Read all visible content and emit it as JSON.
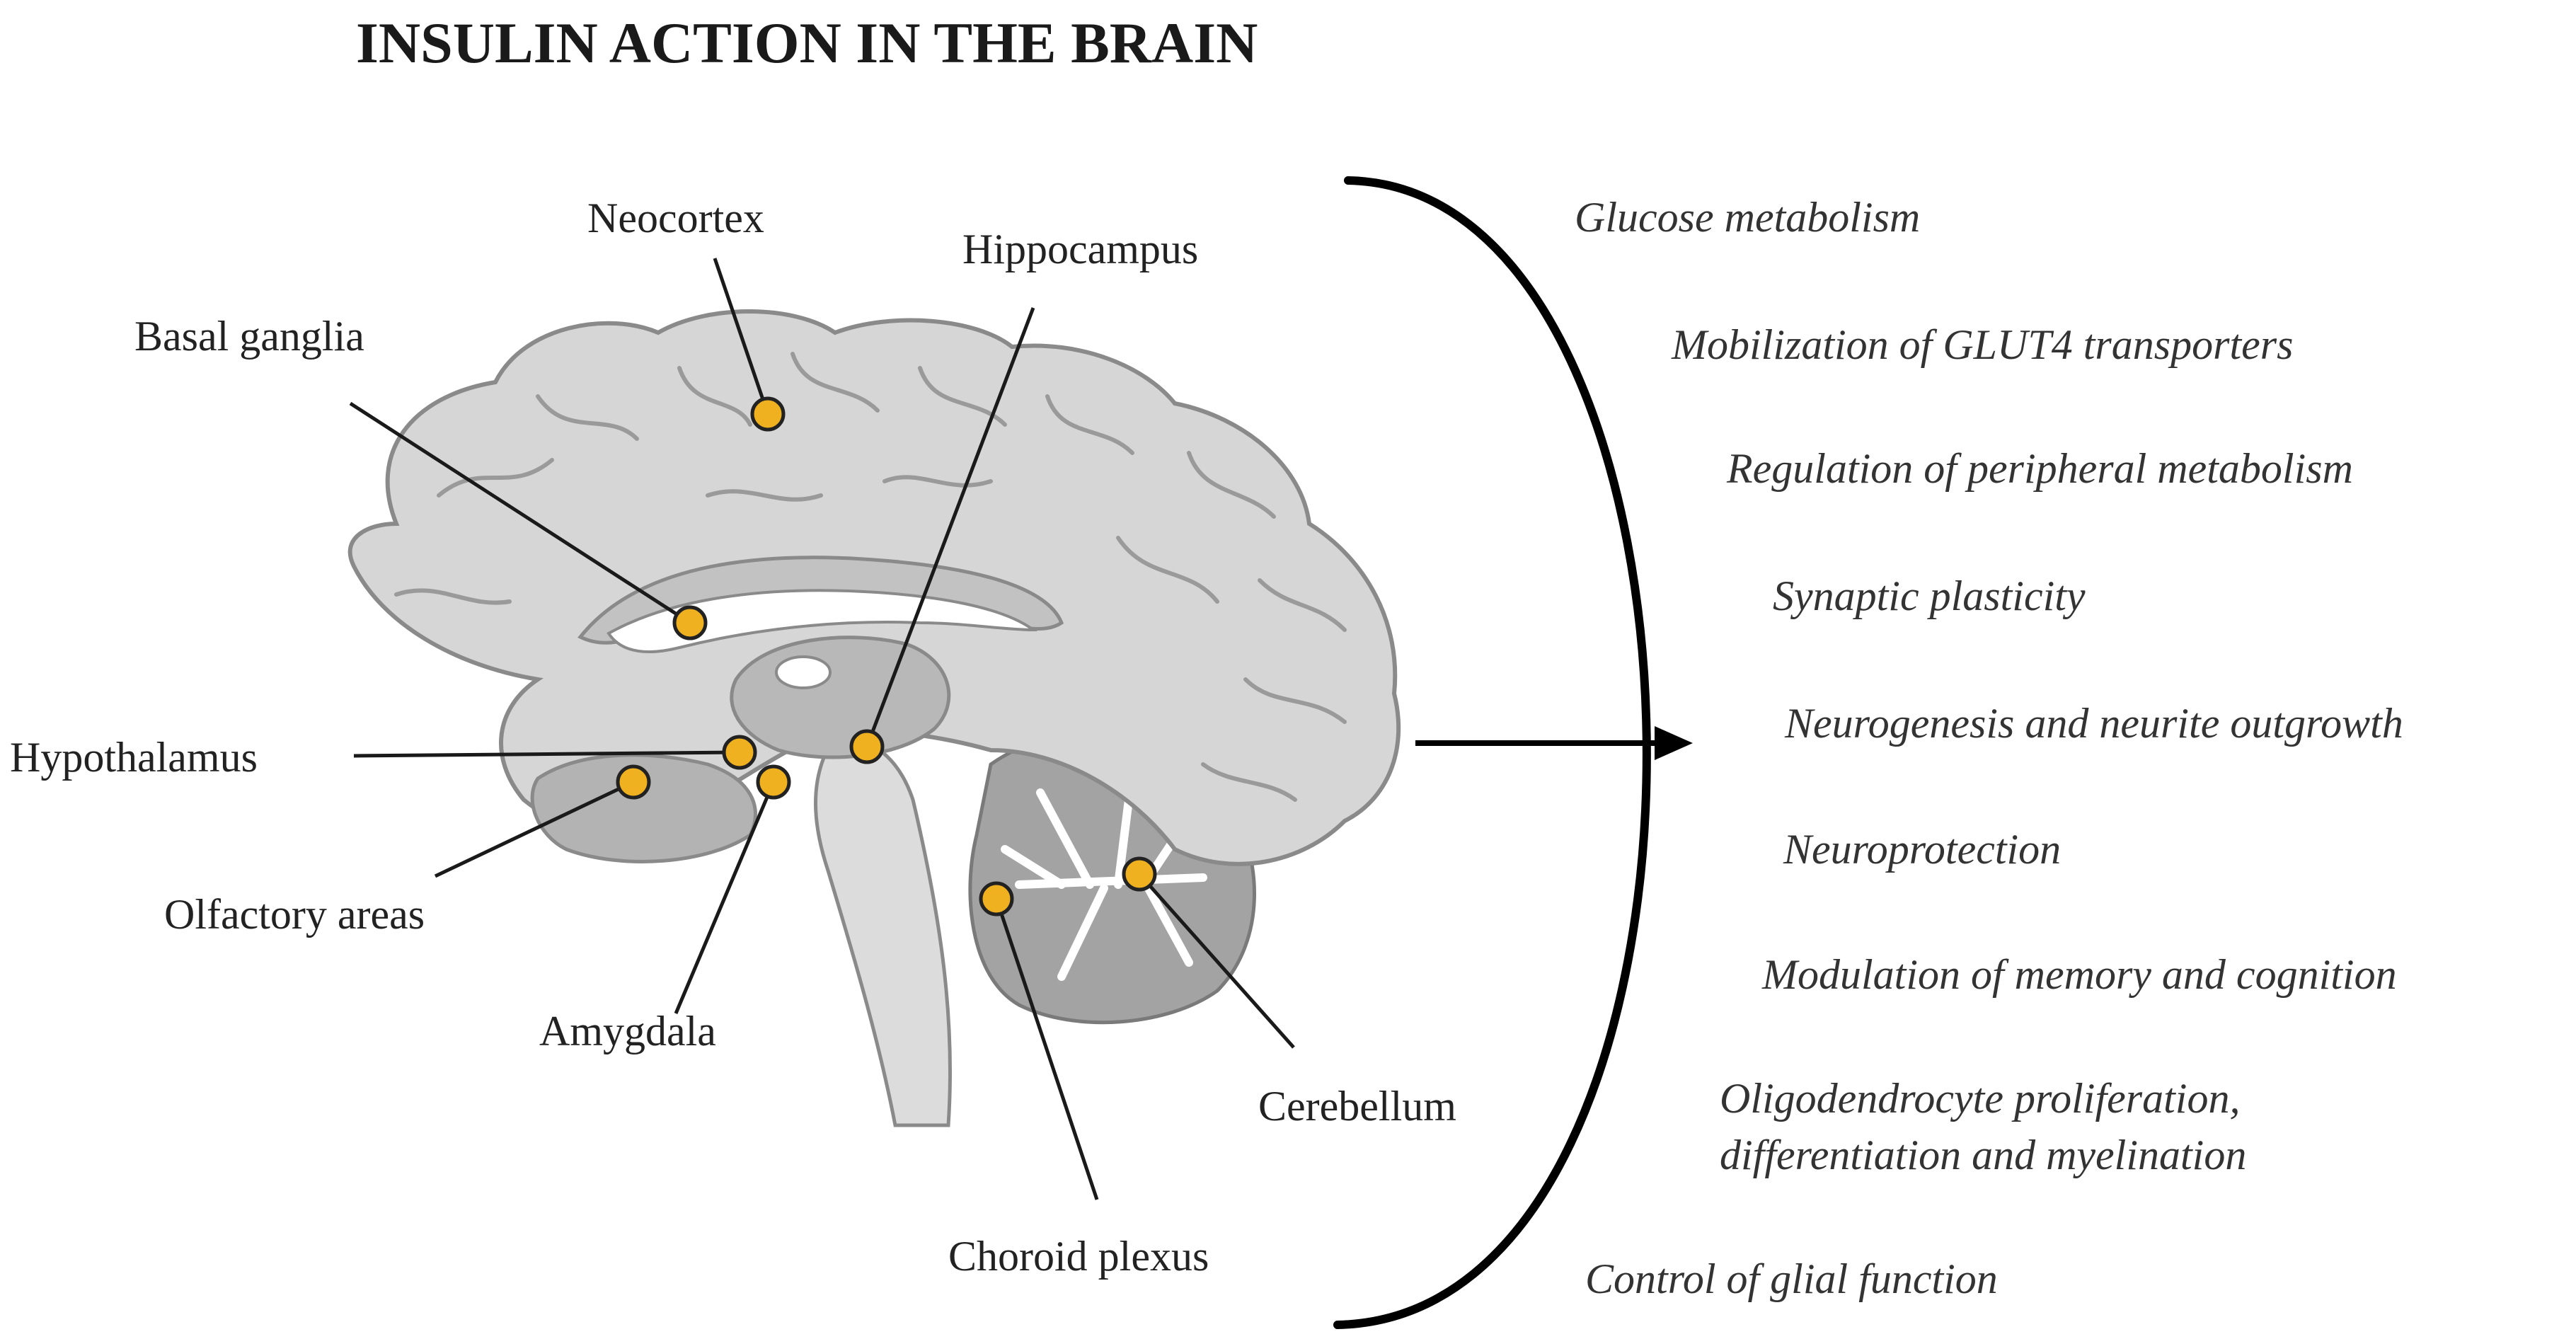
{
  "title": "INSULIN ACTION IN THE BRAIN",
  "colors": {
    "marker_fill": "#f0b121",
    "marker_stroke": "#222222",
    "brain_fill": "#d6d6d6",
    "brain_outline": "#8a8a8a",
    "deep_structure": "#b3b3b3",
    "ventricle": "#ffffff",
    "cerebellum": "#9c9c9c"
  },
  "regions": [
    {
      "id": "neocortex",
      "label": "Neocortex"
    },
    {
      "id": "hippocampus",
      "label": "Hippocampus"
    },
    {
      "id": "basal-ganglia",
      "label": "Basal ganglia"
    },
    {
      "id": "hypothalamus",
      "label": "Hypothalamus"
    },
    {
      "id": "olfactory-areas",
      "label": "Olfactory areas"
    },
    {
      "id": "amygdala",
      "label": "Amygdala"
    },
    {
      "id": "cerebellum",
      "label": "Cerebellum"
    },
    {
      "id": "choroid-plexus",
      "label": "Choroid plexus"
    }
  ],
  "functions": [
    "Glucose metabolism",
    "Mobilization of GLUT4 transporters",
    "Regulation of peripheral metabolism",
    "Synaptic plasticity",
    "Neurogenesis and neurite outgrowth",
    "Neuroprotection",
    "Modulation of memory and cognition",
    "Oligodendrocyte proliferation,",
    "differentiation and myelination",
    "Control of glial function"
  ]
}
